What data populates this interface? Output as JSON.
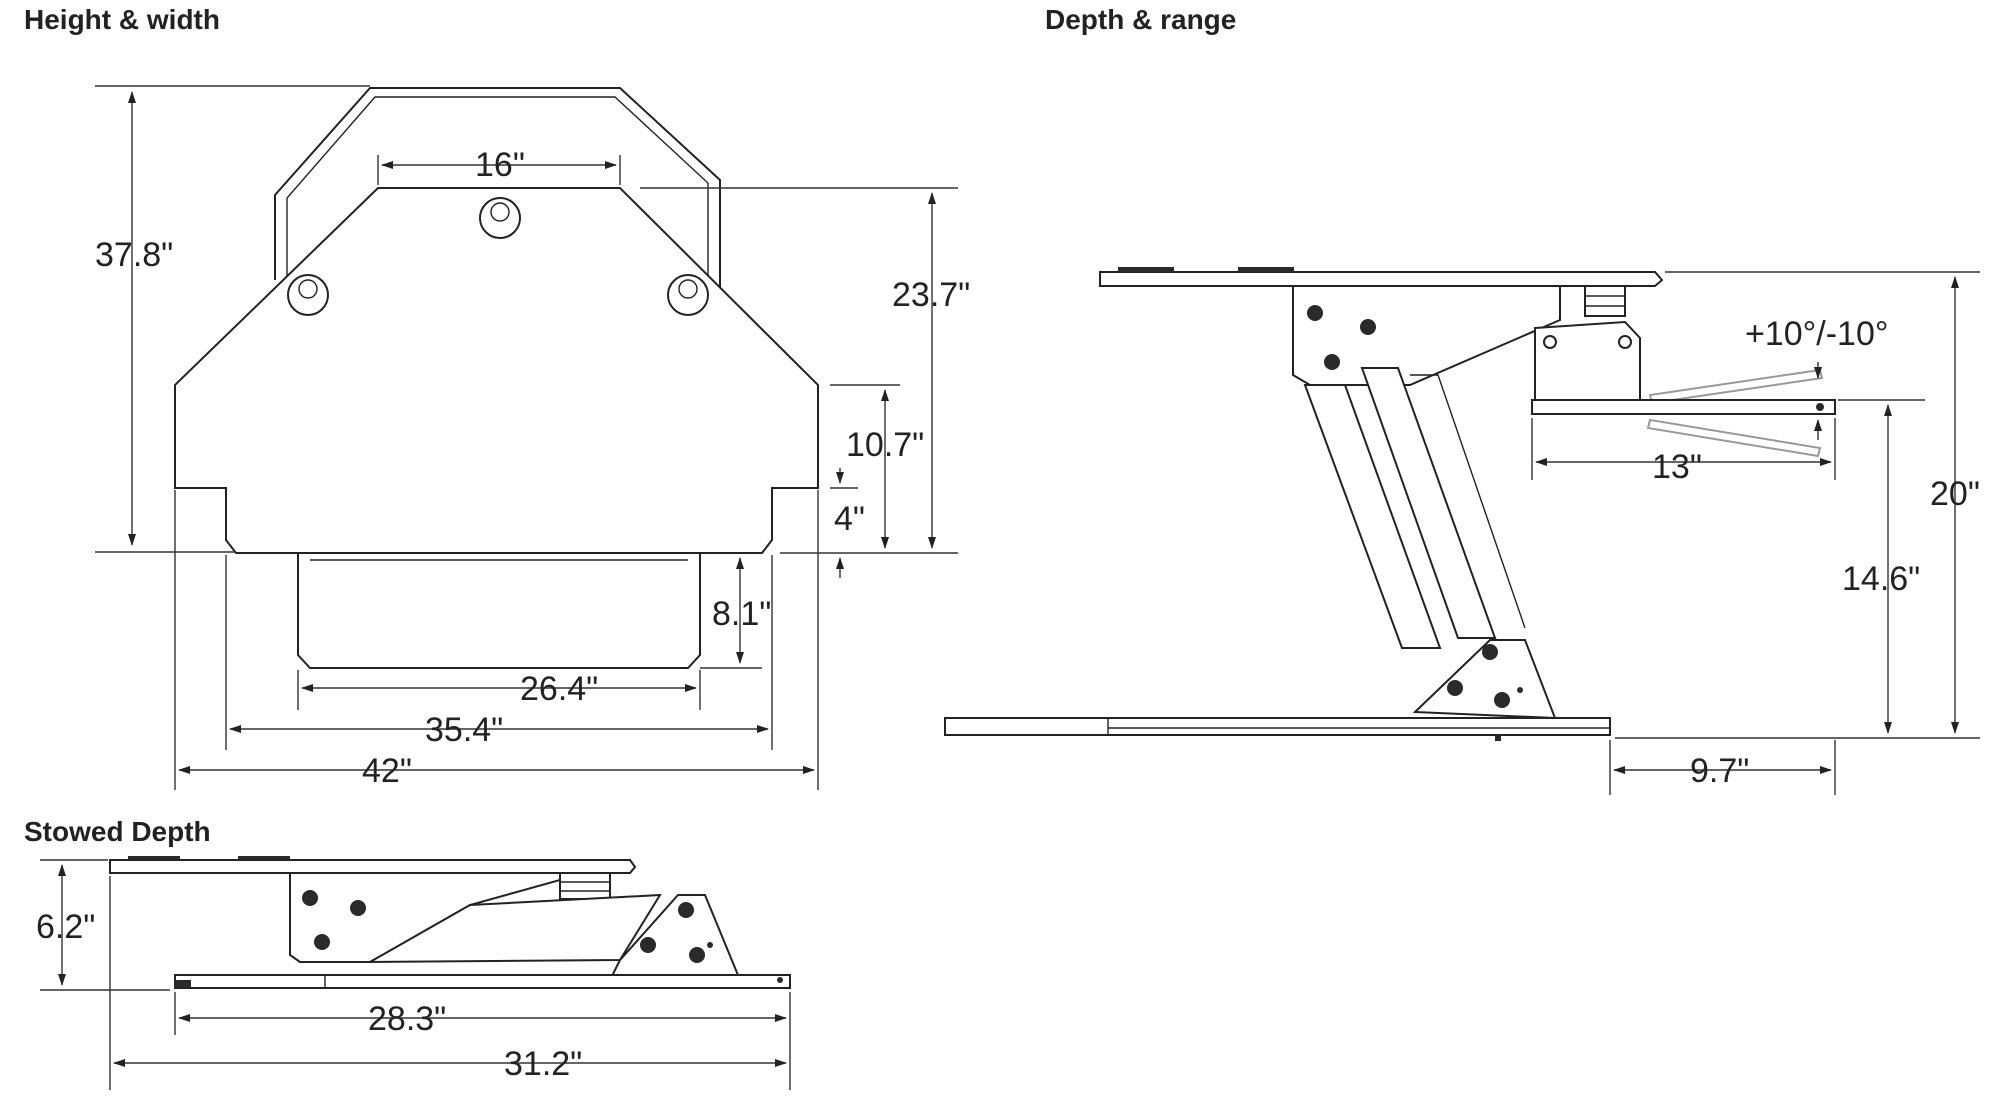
{
  "sections": {
    "height_width": "Height & width",
    "depth_range": "Depth & range",
    "stowed_depth": "Stowed Depth"
  },
  "dims": {
    "h_37_8": "37.8\"",
    "w_16": "16\"",
    "h_23_7": "23.7\"",
    "h_10_7": "10.7\"",
    "h_4": "4\"",
    "h_8_1": "8.1\"",
    "w_26_4": "26.4\"",
    "w_35_4": "35.4\"",
    "w_42": "42\"",
    "tilt": "+10°/-10°",
    "d_13": "13\"",
    "h_20": "20\"",
    "h_14_6": "14.6\"",
    "d_9_7": "9.7\"",
    "h_6_2": "6.2\"",
    "d_28_3": "28.3\"",
    "d_31_2": "31.2\""
  }
}
